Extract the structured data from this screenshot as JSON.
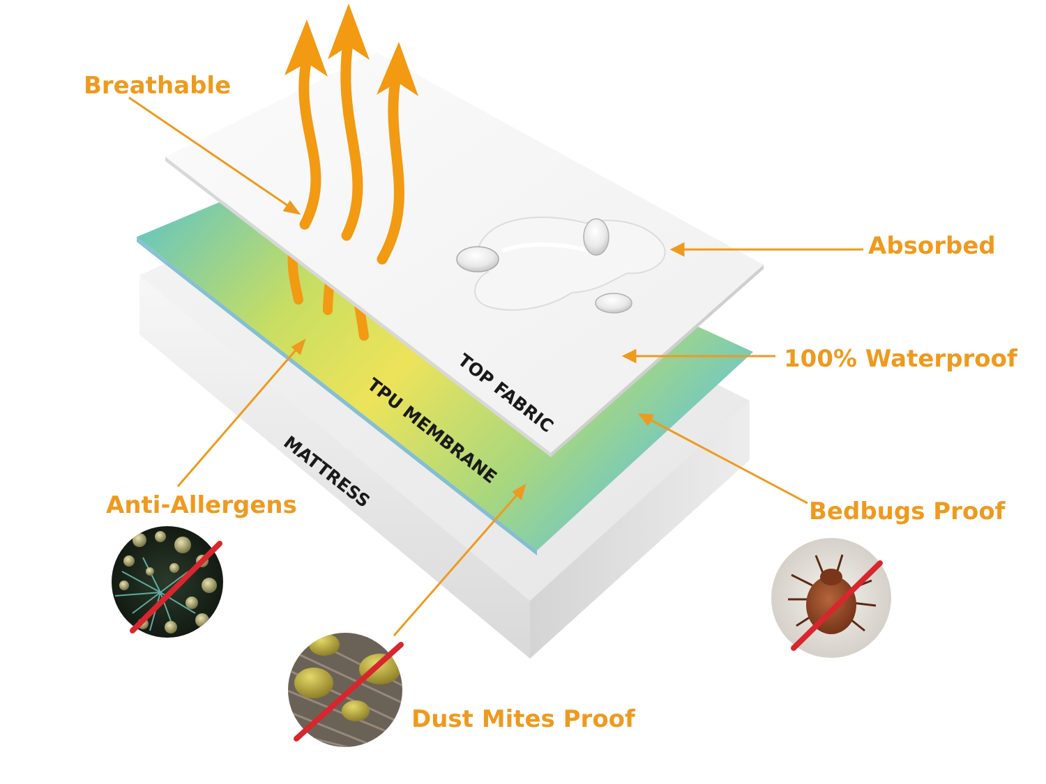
{
  "colors": {
    "accent": "#EE9A1E",
    "arrow": "#F29A12",
    "forbid": "#D8262E",
    "membrane_blue": "#5BC3D3",
    "membrane_yellow": "#E9E45A"
  },
  "callouts": {
    "breathable": "Breathable",
    "absorbed": "Absorbed",
    "waterproof": "100% Waterproof",
    "anti_allergens": "Anti-Allergens",
    "bedbugs": "Bedbugs Proof",
    "dust_mites": "Dust Mites Proof"
  },
  "layers": {
    "top": "TOP FABRIC",
    "membrane": "TPU MEMBRANE",
    "mattress": "MATTRESS"
  },
  "icons": {
    "allergen": "allergen-crossed-icon",
    "dust_mite": "dust-mite-crossed-icon",
    "bedbug": "bedbug-crossed-icon",
    "breath": "airflow-arrows-icon"
  }
}
